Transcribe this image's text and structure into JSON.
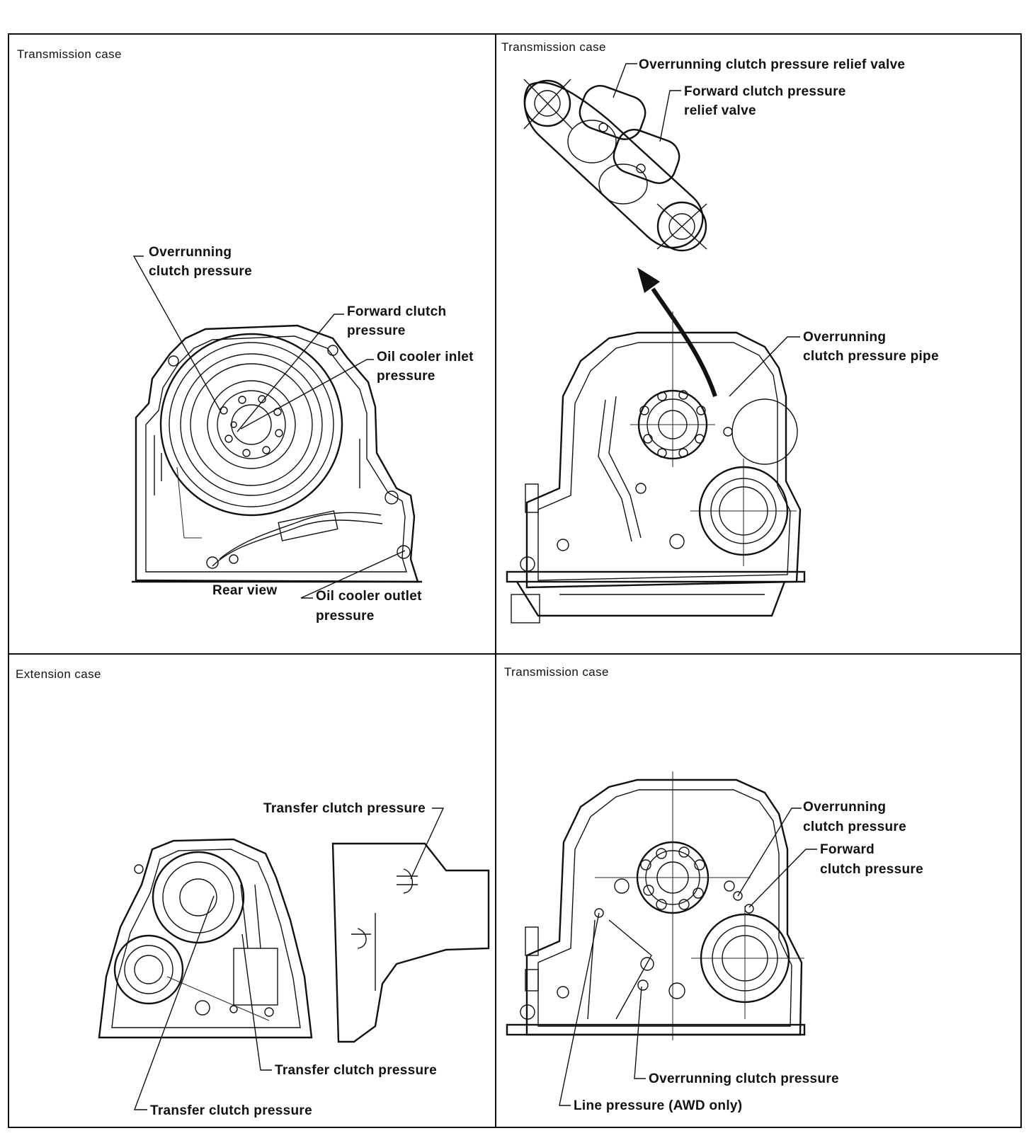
{
  "panels": {
    "top_left": {
      "title": "Transmission case",
      "labels": {
        "overrunning_1": "Overrunning",
        "overrunning_2": "clutch pressure",
        "forward_1": "Forward clutch",
        "forward_2": "pressure",
        "cooler_inlet_1": "Oil cooler inlet",
        "cooler_inlet_2": "pressure",
        "rear_view": "Rear view",
        "cooler_outlet_1": "Oil cooler outlet",
        "cooler_outlet_2": "pressure"
      }
    },
    "top_right": {
      "title": "Transmission case",
      "labels": {
        "ocp_relief": "Overrunning clutch pressure relief valve",
        "fcp_relief_1": "Forward clutch pressure",
        "fcp_relief_2": "relief valve",
        "ocp_pipe_1": "Overrunning",
        "ocp_pipe_2": "clutch pressure pipe"
      }
    },
    "bottom_left": {
      "title": "Extension case",
      "labels": {
        "transfer_top": "Transfer clutch pressure",
        "transfer_mid": "Transfer clutch pressure",
        "transfer_bottom": "Transfer clutch pressure"
      }
    },
    "bottom_right": {
      "title": "Transmission case",
      "labels": {
        "overrunning_1": "Overrunning",
        "overrunning_2": "clutch pressure",
        "forward_1": "Forward",
        "forward_2": "clutch pressure",
        "ocp_bottom": "Overrunning clutch pressure",
        "line_pressure": "Line pressure (AWD only)"
      }
    }
  }
}
